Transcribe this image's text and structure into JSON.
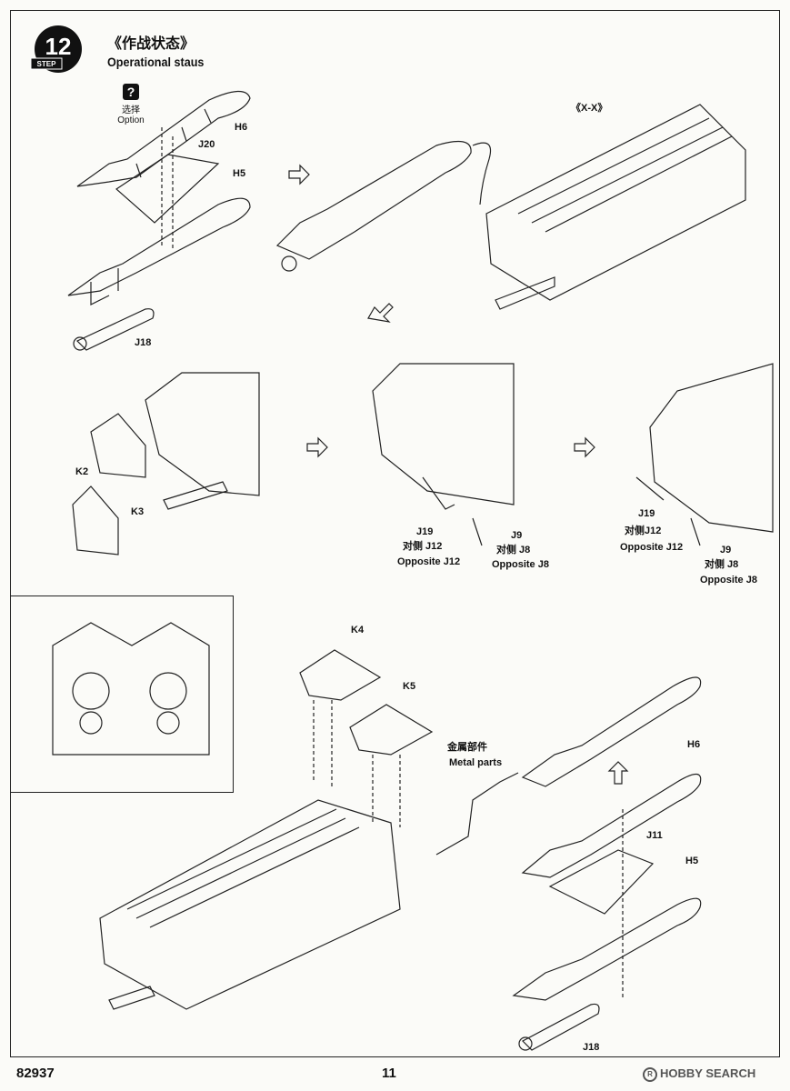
{
  "step": {
    "number": "12",
    "word": "STEP"
  },
  "title": {
    "zh": "《作战状态》",
    "en": "Operational staus"
  },
  "option": {
    "icon": "question-icon",
    "zh": "选择",
    "en": "Option"
  },
  "labels": {
    "h6_top": "H6",
    "j20": "J20",
    "h5_top": "H5",
    "j18_top": "J18",
    "xx": "《X-X》",
    "k2": "K2",
    "k3": "K3",
    "j19_a": "J19",
    "j12_zh_a": "对侧 J12",
    "j12_en_a": "Opposite J12",
    "j9_a": "J9",
    "j8_zh_a": "对侧 J8",
    "j8_en_a": "Opposite J8",
    "j19_b": "J19",
    "j12_zh_b": "对侧J12",
    "j12_en_b": "Opposite J12",
    "j9_b": "J9",
    "j8_zh_b": "对侧 J8",
    "j8_en_b": "Opposite J8",
    "k4": "K4",
    "k5": "K5",
    "metal_zh": "金属部件",
    "metal_en": "Metal parts",
    "h6_bottom": "H6",
    "j11": "J11",
    "h5_bottom": "H5",
    "j18_bottom": "J18"
  },
  "footer": {
    "code": "82937",
    "page": "11"
  },
  "watermark": {
    "text": "HOBBY SEARCH",
    "mark": "R"
  }
}
